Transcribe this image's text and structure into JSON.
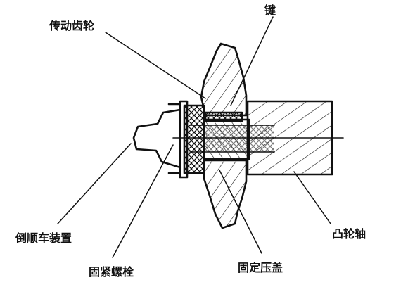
{
  "labels": {
    "drive_gear": "传动齿轮",
    "key": "键",
    "reverse_device": "倒顺车装置",
    "fastening_bolt": "固紧螺栓",
    "fixed_cover": "固定压盖",
    "camshaft": "凸轮轴"
  },
  "colors": {
    "ink": "#111111",
    "background": "#ffffff"
  }
}
